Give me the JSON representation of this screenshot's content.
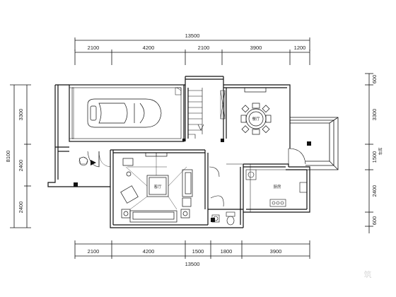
{
  "plan": {
    "top_total": "13500",
    "top_segments": [
      "2100",
      "4200",
      "2100",
      "3900",
      "1200"
    ],
    "bottom_total": "13500",
    "bottom_segments": [
      "2100",
      "4200",
      "1500",
      "1800",
      "3900"
    ],
    "left_total": "8100",
    "left_segments": [
      "3300",
      "2400",
      "2400"
    ],
    "right_segments": [
      "600",
      "3300",
      "1500",
      "2400",
      "600"
    ],
    "room_labels": {
      "living": "客厅",
      "kitchen": "厨房",
      "dining": "餐厅",
      "right_side": "车库"
    },
    "watermark": "筑"
  }
}
